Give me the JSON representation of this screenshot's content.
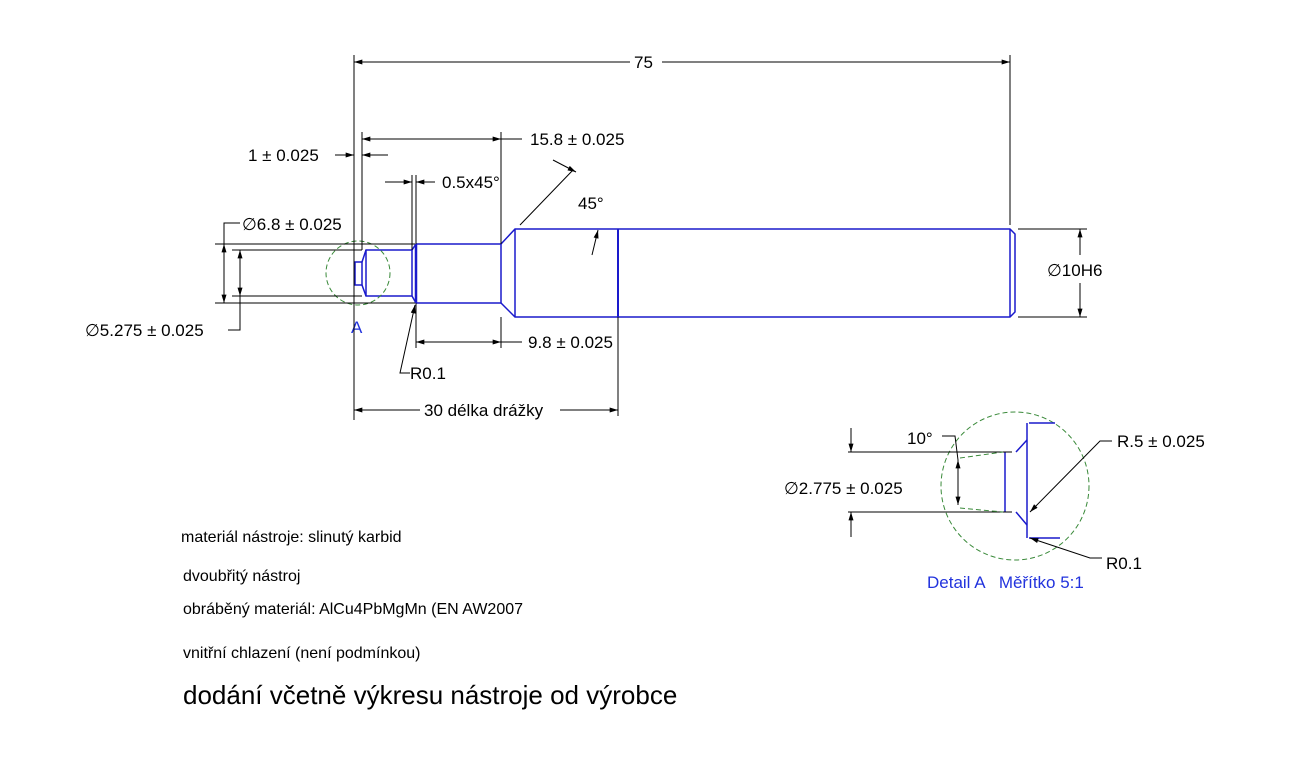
{
  "dimensions": {
    "overall_length": "75",
    "shoulder_length": "15.8 ± 0.025",
    "tip_length": "1 ± 0.025",
    "chamfer": "0.5x45°",
    "cone_angle": "45°",
    "diameter_neck": "∅6.8 ± 0.025",
    "diameter_groove": "∅5.275 ± 0.025",
    "radius_neck": "R0.1",
    "neck_length": "9.8 ± 0.025",
    "groove_length": "30 délka drážky",
    "shank_diameter": "∅10H6",
    "detail_marker": "A"
  },
  "detail": {
    "angle": "10°",
    "diameter": "∅2.775 ± 0.025",
    "radius_big": "R.5 ± 0.025",
    "radius_small": "R0.1",
    "caption": "Detail A   Měřítko 5:1"
  },
  "notes": [
    "materiál nástroje: slinutý karbid",
    "dvoubřitý nástroj",
    "obráběný materiál: AlCu4PbMgMn (EN AW2007",
    "vnitřní chlazení (není podmínkou)"
  ],
  "main_note": "dodání včetně výkresu nástroje od výrobce",
  "colors": {
    "geometry": "#1a1acc",
    "detail_circle": "#3a8a3a",
    "dimension": "#000000"
  }
}
